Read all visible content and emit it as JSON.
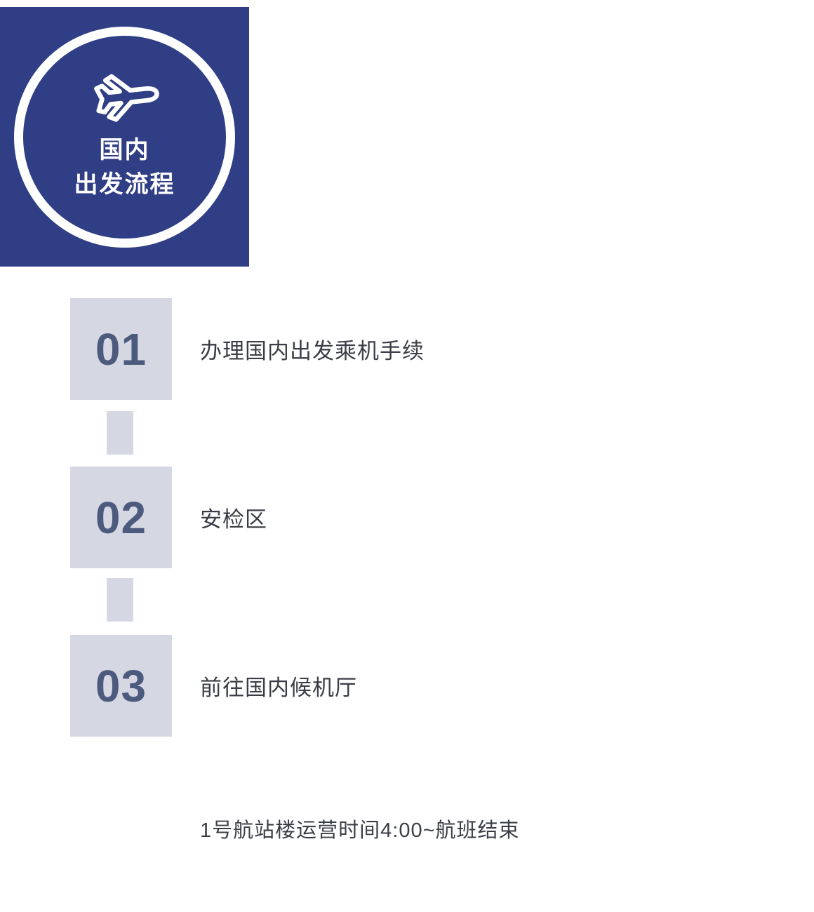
{
  "badge": {
    "icon": "airplane-icon",
    "title_line1": "国内",
    "title_line2": "出发流程"
  },
  "steps": [
    {
      "number": "01",
      "label": "办理国内出发乘机手续"
    },
    {
      "number": "02",
      "label": "安检区"
    },
    {
      "number": "03",
      "label": "前往国内候机厅"
    }
  ],
  "note": "1号航站楼运营时间4:00~航班结束",
  "colors": {
    "badge_background": "#2f3e85",
    "step_background": "#d5d8e3",
    "step_number_text": "#4c5a7e",
    "label_text": "#3b3e47"
  }
}
